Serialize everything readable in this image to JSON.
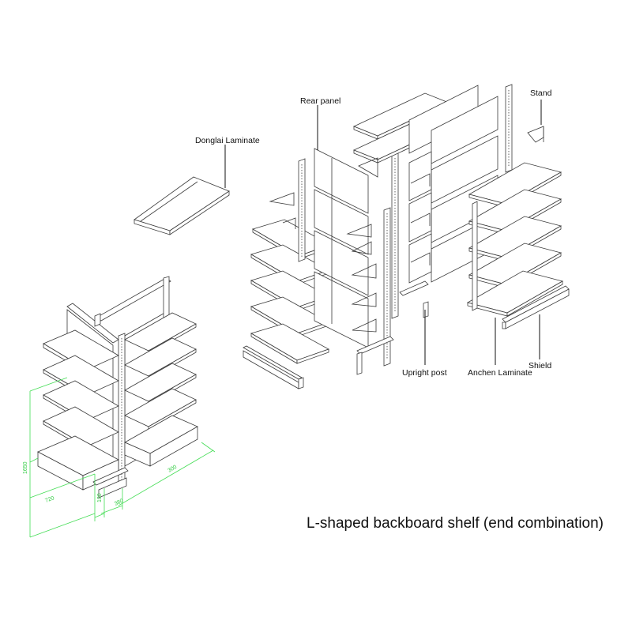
{
  "title": "L-shaped backboard shelf (end combination)",
  "labels": {
    "donglai_laminate": "Donglai Laminate",
    "rear_panel": "Rear panel",
    "stand": "Stand",
    "upright_post": "Upright post",
    "anchen_laminate": "Anchen Laminate",
    "shield": "Shield"
  },
  "dimensions": {
    "height": "1650",
    "depth": "720",
    "base": "100",
    "width_short": "380",
    "width_long": "300"
  },
  "colors": {
    "line": "#3a3a3a",
    "dimension": "#44dd55",
    "text": "#111111"
  }
}
